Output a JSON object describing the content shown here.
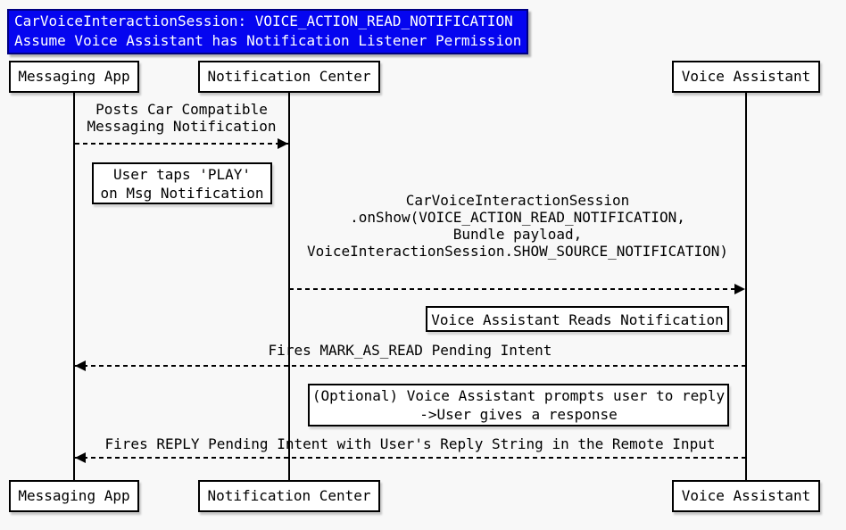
{
  "colors": {
    "background": "#f8f8f8",
    "title_bg": "#0505f0",
    "title_border": "#000080",
    "title_text": "#ffffff",
    "line": "#000000",
    "box_bg": "#ffffff"
  },
  "title": {
    "lines": [
      "CarVoiceInteractionSession: VOICE_ACTION_READ_NOTIFICATION",
      "Assume Voice Assistant has Notification Listener Permission"
    ]
  },
  "participants": [
    {
      "label": "Messaging App"
    },
    {
      "label": "Notification Center"
    },
    {
      "label": "Voice Assistant"
    }
  ],
  "messages": [
    {
      "from": "Messaging App",
      "to": "Notification Center",
      "direction": "right",
      "style": "dashed",
      "label": [
        "Posts Car Compatible",
        "Messaging Notification"
      ]
    },
    {
      "from": "Notification Center",
      "to": "Voice Assistant",
      "direction": "right",
      "style": "dashed",
      "label": [
        "CarVoiceInteractionSession",
        ".onShow(VOICE_ACTION_READ_NOTIFICATION,",
        "Bundle payload,",
        "VoiceInteractionSession.SHOW_SOURCE_NOTIFICATION)"
      ]
    },
    {
      "from": "Voice Assistant",
      "to": "Messaging App",
      "direction": "left",
      "style": "dashed",
      "label": [
        "Fires MARK_AS_READ Pending Intent"
      ]
    },
    {
      "from": "Voice Assistant",
      "to": "Messaging App",
      "direction": "left",
      "style": "dashed",
      "label": [
        "Fires REPLY Pending Intent with User's Reply String in the Remote Input"
      ]
    }
  ],
  "notes": [
    {
      "label": [
        "User taps 'PLAY'",
        "on Msg Notification"
      ]
    },
    {
      "label": [
        "Voice Assistant Reads Notification"
      ]
    },
    {
      "label": [
        "(Optional) Voice Assistant prompts user to reply",
        "->User gives a response"
      ]
    }
  ]
}
